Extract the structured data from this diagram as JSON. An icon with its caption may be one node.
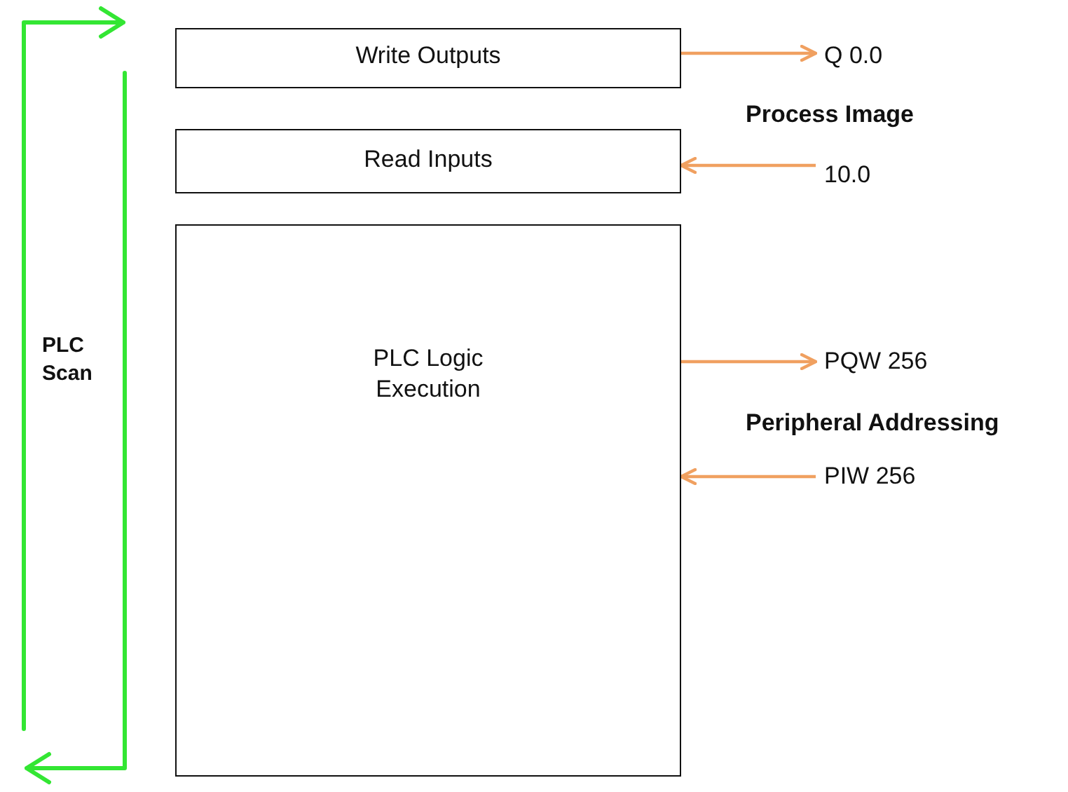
{
  "diagram": {
    "nodes": [
      {
        "text": [
          "Write Outputs"
        ]
      },
      {
        "text": [
          "Read Inputs"
        ]
      },
      {
        "text": [
          "PLC Logic Execution"
        ]
      },
      {
        "text": [
          "Q 0.0"
        ]
      },
      {
        "text": [
          "10.0"
        ]
      },
      {
        "text": [
          "PQW 256"
        ]
      },
      {
        "text": [
          "PIW 256"
        ]
      }
    ],
    "edges": [
      {
        "from": 0,
        "to": 3,
        "arrow": "to"
      },
      {
        "from": 4,
        "to": 1,
        "arrow": "to"
      },
      {
        "from": 2,
        "to": 5,
        "arrow": "to"
      },
      {
        "from": 6,
        "to": 2,
        "arrow": "to"
      }
    ],
    "labels": [
      "Process Image",
      "Peripheral Addressing",
      "PLC Scan"
    ]
  }
}
